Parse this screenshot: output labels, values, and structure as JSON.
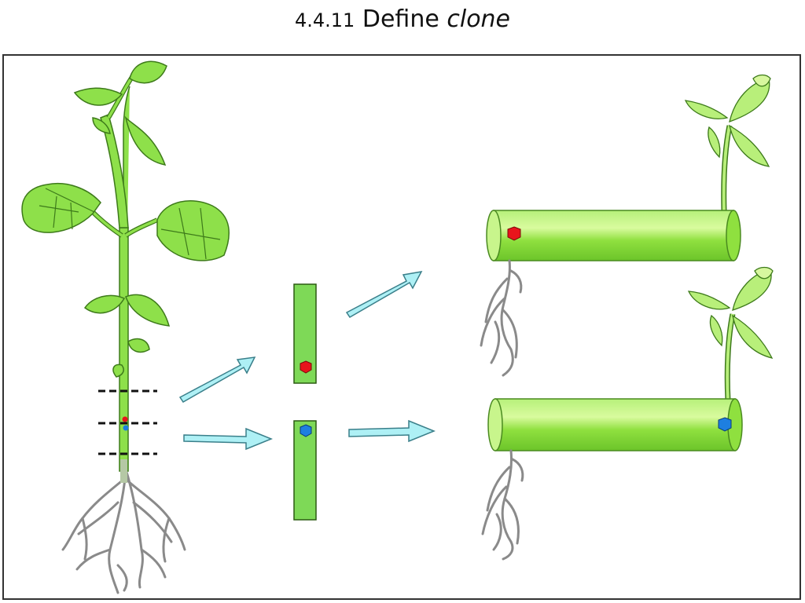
{
  "title": {
    "number": "4.4.11",
    "word": "Define",
    "term": "clone"
  },
  "colors": {
    "leaf": "#8ee04a",
    "leaf_outline": "#3d7a1a",
    "stem": "#7ed957",
    "root": "#8a8a8a",
    "arrow": "#aef0f5",
    "arrow_outline": "#3a7f8a",
    "red_marker": "#e8141c",
    "blue_marker": "#1e7fe0",
    "cut_line": "#111111"
  }
}
